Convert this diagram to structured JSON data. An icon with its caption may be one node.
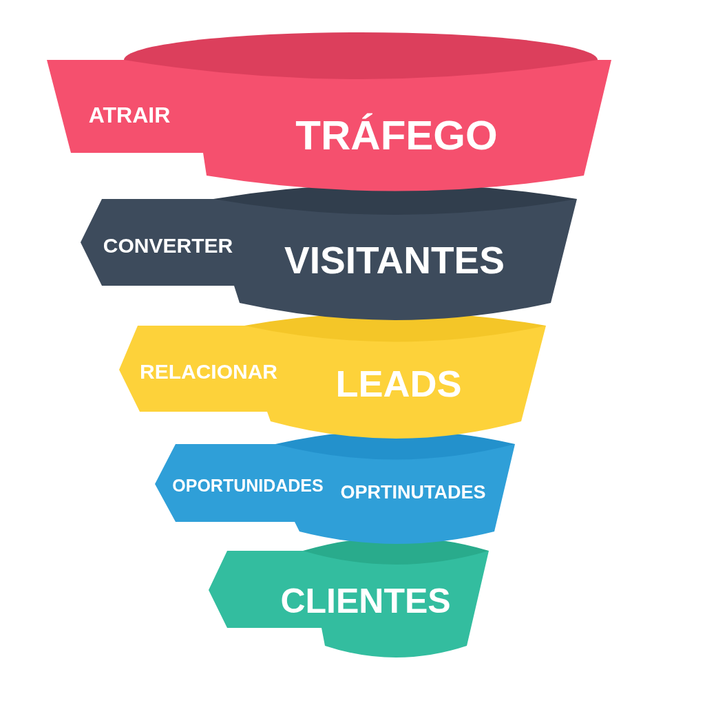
{
  "diagram": {
    "nodes": [
      {
        "text": [
          "ATRAIR",
          "TRÁFEGO"
        ]
      },
      {
        "text": [
          "CONVERTER",
          "VISITANTES"
        ]
      },
      {
        "text": [
          "RELACIONAR",
          "LEADS"
        ]
      },
      {
        "text": [
          "OPORTUNIDADES",
          "OPRTINUTADES"
        ]
      },
      {
        "text": [
          "CLIENTES"
        ]
      }
    ]
  }
}
